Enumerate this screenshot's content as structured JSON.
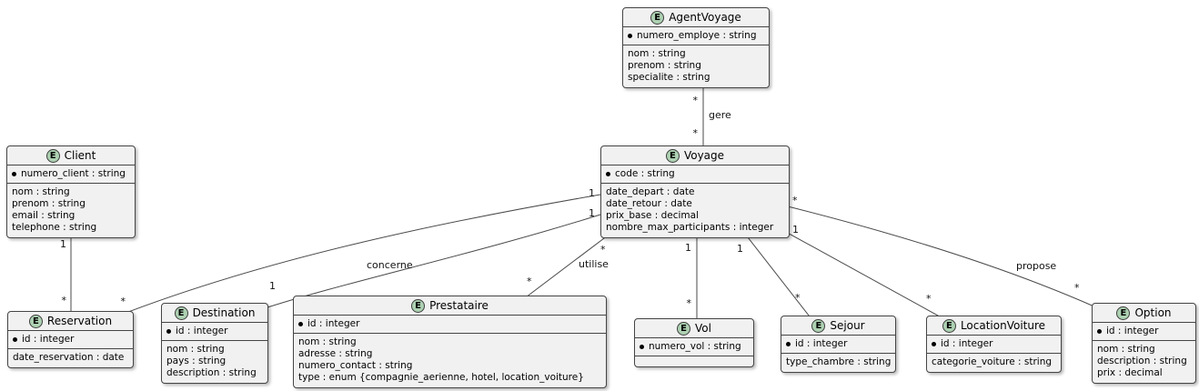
{
  "diagram": {
    "background_color": "#ffffff",
    "entity_fill": "#f1f1f1",
    "entity_border": "#454545",
    "circle_fill": "#add1b2",
    "line_color": "#4a4a4a",
    "stereotype_letter": "E"
  },
  "entities": [
    {
      "name": "AgentVoyage",
      "key": "numero_employe : string",
      "attrs": [
        "nom : string",
        "prenom : string",
        "specialite : string"
      ]
    },
    {
      "name": "Client",
      "key": "numero_client : string",
      "attrs": [
        "nom : string",
        "prenom : string",
        "email : string",
        "telephone : string"
      ]
    },
    {
      "name": "Voyage",
      "key": "code : string",
      "attrs": [
        "date_depart : date",
        "date_retour : date",
        "prix_base : decimal",
        "nombre_max_participants : integer"
      ]
    },
    {
      "name": "Reservation",
      "key": "id : integer",
      "attrs": [
        "date_reservation : date"
      ]
    },
    {
      "name": "Destination",
      "key": "id : integer",
      "attrs": [
        "nom : string",
        "pays : string",
        "description : string"
      ]
    },
    {
      "name": "Prestataire",
      "key": "id : integer",
      "attrs": [
        "nom : string",
        "adresse : string",
        "numero_contact : string",
        "type : enum {compagnie_aerienne, hotel, location_voiture}"
      ]
    },
    {
      "name": "Vol",
      "key": "numero_vol : string",
      "attrs": []
    },
    {
      "name": "Sejour",
      "key": "id : integer",
      "attrs": [
        "type_chambre : string"
      ]
    },
    {
      "name": "LocationVoiture",
      "key": "id : integer",
      "attrs": [
        "categorie_voiture : string"
      ]
    },
    {
      "name": "Option",
      "key": "id : integer",
      "attrs": [
        "nom : string",
        "description : string",
        "prix : decimal"
      ]
    }
  ],
  "relations": [
    {
      "from": "AgentVoyage",
      "to": "Voyage",
      "label": "gere",
      "from_card": "*",
      "to_card": "*"
    },
    {
      "from": "Client",
      "to": "Reservation",
      "label": "",
      "from_card": "1",
      "to_card": "*"
    },
    {
      "from": "Voyage",
      "to": "Reservation",
      "label": "",
      "from_card": "1",
      "to_card": "*"
    },
    {
      "from": "Voyage",
      "to": "Destination",
      "label": "concerne",
      "from_card": "1",
      "to_card": "1"
    },
    {
      "from": "Voyage",
      "to": "Prestataire",
      "label": "utilise",
      "from_card": "*",
      "to_card": "*"
    },
    {
      "from": "Voyage",
      "to": "Vol",
      "label": "",
      "from_card": "1",
      "to_card": "*"
    },
    {
      "from": "Voyage",
      "to": "Sejour",
      "label": "",
      "from_card": "1",
      "to_card": "*"
    },
    {
      "from": "Voyage",
      "to": "LocationVoiture",
      "label": "",
      "from_card": "1",
      "to_card": "*"
    },
    {
      "from": "Voyage",
      "to": "Option",
      "label": "propose",
      "from_card": "*",
      "to_card": "*"
    }
  ]
}
